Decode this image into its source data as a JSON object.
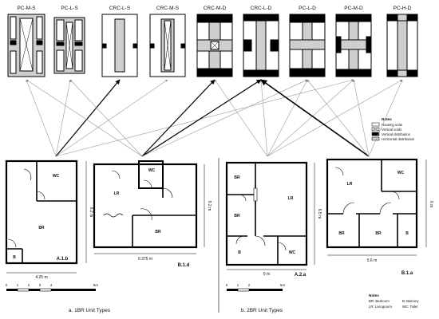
{
  "typologies": [
    {
      "code": "PC-M-S"
    },
    {
      "code": "PC-L-S"
    },
    {
      "code": "CRC-L-S"
    },
    {
      "code": "CRC-M-S"
    },
    {
      "code": "CRC-M-D"
    },
    {
      "code": "CRC-L-D"
    },
    {
      "code": "PC-L-D"
    },
    {
      "code": "PC-M-D"
    },
    {
      "code": "PC-H-D"
    }
  ],
  "legend": {
    "title": "Notes",
    "items": [
      "Housing units",
      "Vertical voids",
      "Vertical distribution",
      "Horizontal distribution"
    ]
  },
  "units": [
    {
      "code": "A.1.b",
      "rooms": [
        "WC",
        "BR",
        "B"
      ],
      "width_label": "4.25 m",
      "height_label": "6.2 m"
    },
    {
      "code": "B.1.d",
      "rooms": [
        "WC",
        "LR",
        "BR"
      ],
      "width_label": "6.375 m",
      "height_label": "5.2 m"
    },
    {
      "code": "A.2.a",
      "rooms": [
        "BR",
        "LR",
        "BR",
        "B",
        "WC"
      ],
      "width_label": "5 m",
      "height_label": "6.5 m"
    },
    {
      "code": "B.1.a",
      "rooms": [
        "LR",
        "WC",
        "BR",
        "BR",
        "B"
      ],
      "width_label": "5.6 m",
      "height_label": "6 m"
    }
  ],
  "scales": [
    {
      "ticks": [
        "0",
        "1",
        "2",
        "3",
        "4",
        "6m"
      ]
    },
    {
      "ticks": [
        "0",
        "1",
        "2",
        "5m"
      ]
    }
  ],
  "captions": [
    "a. 1BR Unit Types",
    "b. 2BR Unit Types"
  ],
  "notes": {
    "title": "Notes",
    "lines": [
      "BR: Bedroom",
      "B: Balcony",
      "LR: Livingroom",
      "WC: Toilet"
    ]
  }
}
